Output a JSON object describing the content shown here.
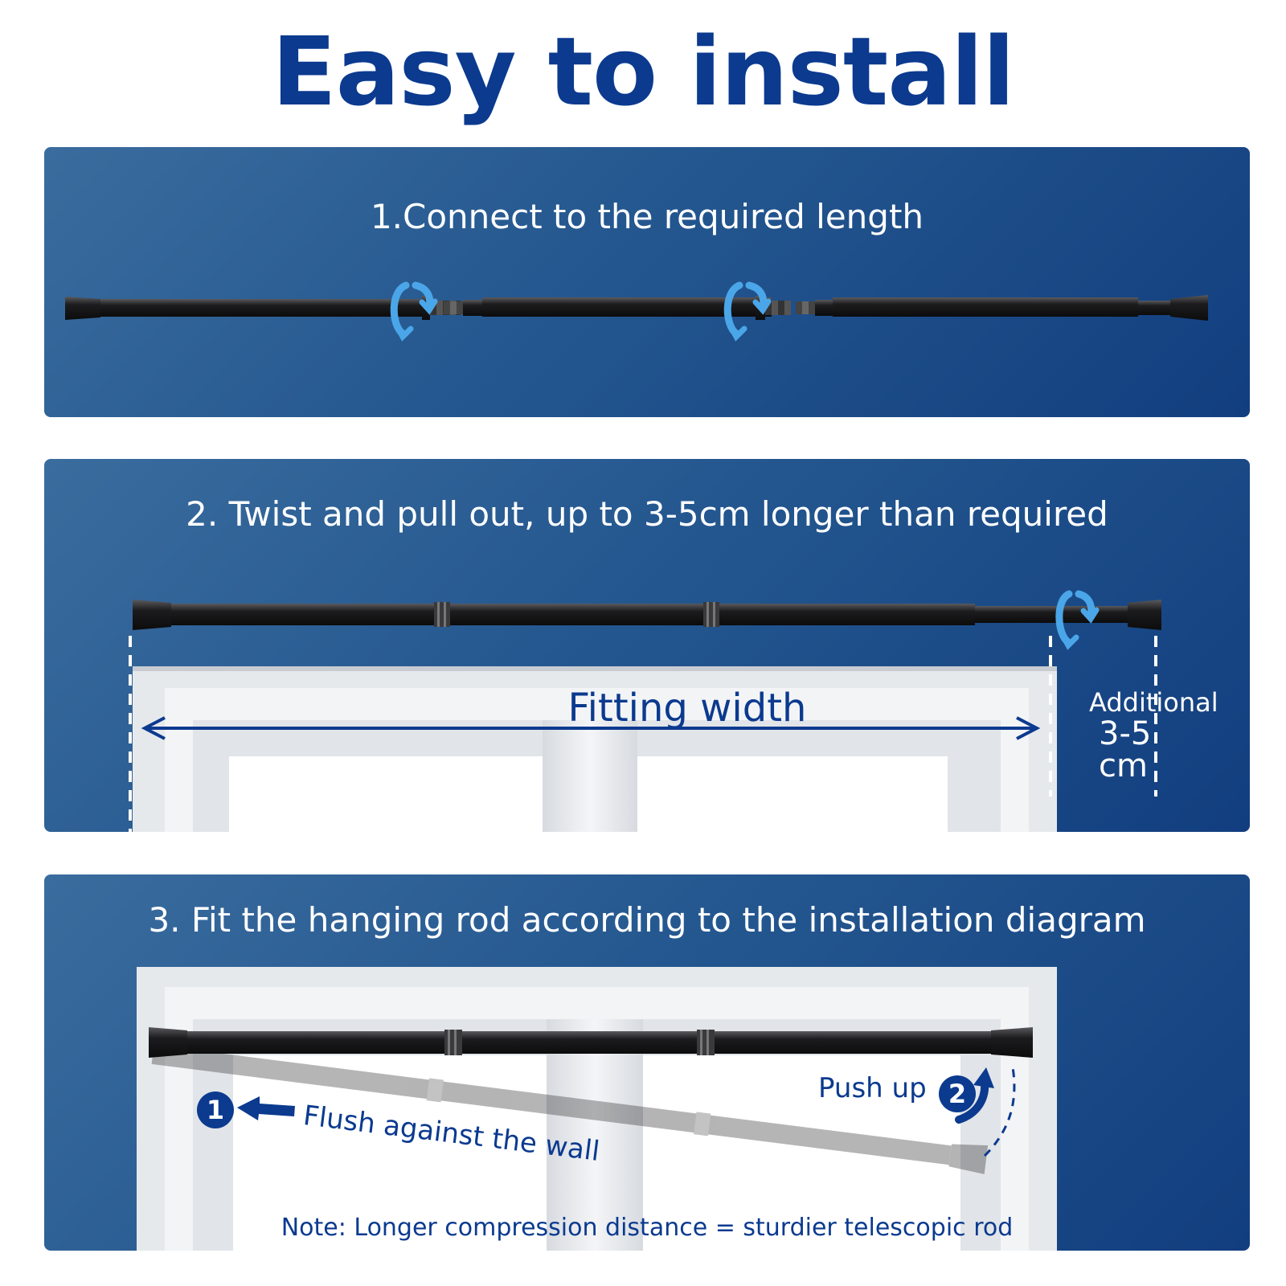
{
  "title": "Easy to install",
  "steps": {
    "step1": {
      "title": "1.Connect to the required length"
    },
    "step2": {
      "title": "2. Twist and pull out, up to 3-5cm longer than required",
      "fitting_label": "Fitting width",
      "additional_label": "Additional",
      "additional_value": "3-5 cm"
    },
    "step3": {
      "title": "3. Fit the hanging rod according to the installation diagram",
      "badge1": "1",
      "badge2": "2",
      "flush_label": "Flush against the wall",
      "push_label": "Push up",
      "note": "Note: Longer compression distance = sturdier telescopic rod"
    }
  },
  "colors": {
    "brand_navy": "#0b3a8f",
    "panel_light": "#3a6c9e",
    "panel_dark": "#123e7f",
    "twist_arrow": "#4aa6e8",
    "rod": "#1c1c1e",
    "window_frame": "#e9ecef"
  },
  "icons": [
    "twist-arrow-icon",
    "double-arrow-icon",
    "left-arrow-icon",
    "curved-up-arrow-icon"
  ]
}
